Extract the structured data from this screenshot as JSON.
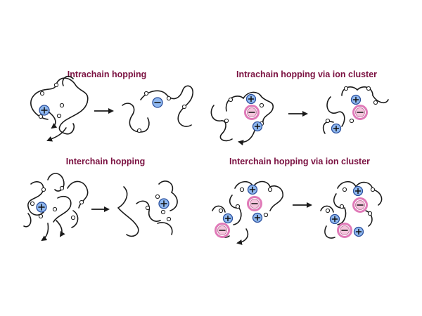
{
  "panels": [
    {
      "id": "intrachain",
      "title": "Intrachain hopping"
    },
    {
      "id": "intrachain-cluster",
      "title": "Intrachain hopping via ion cluster"
    },
    {
      "id": "interchain",
      "title": "Interchain hopping"
    },
    {
      "id": "interchain-cluster",
      "title": "Interchain hopping via ion cluster"
    }
  ],
  "colors": {
    "title": "#7a1040",
    "cation_fill": "#8fb8f0",
    "cation_stroke": "#2a4f9c",
    "anion_ring": "#e07ab8",
    "anion_fill": "#f4c4dc",
    "chain": "#1a1a1a"
  },
  "icons": {
    "cation": "plus-in-blue-circle",
    "anion": "minus-in-pink-circle",
    "coordination_site": "small-open-circle",
    "transition": "right-arrow"
  }
}
